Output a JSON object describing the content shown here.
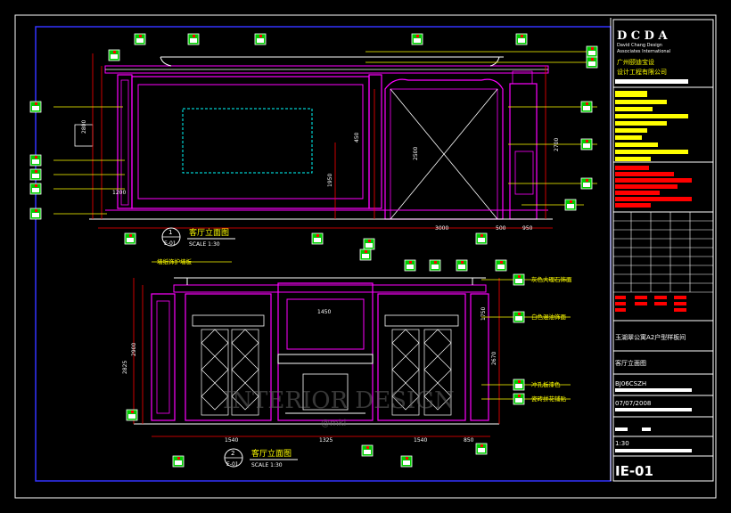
{
  "title_block": {
    "logo": "D C D A",
    "company_en_1": "David Chang Design",
    "company_en_2": "Associates International",
    "company_cn_1": "广州颐迪宝设",
    "company_cn_2": "设计工程有限公司",
    "project_name": "玉湖翠公寓A2户型样板间",
    "drawing_name": "客厅立面图",
    "drawing_no": "BJ06CSZH",
    "date": "07/07/2008",
    "scale": "1:30",
    "sheet_no": "IE-01"
  },
  "views": [
    {
      "number": "1",
      "sheet": "E-01",
      "title": "客厅立面图",
      "scale": "SCALE 1:30"
    },
    {
      "number": "2",
      "sheet": "E-01",
      "title": "客厅立面图",
      "scale": "SCALE 1:30"
    }
  ],
  "dimensions": {
    "top": [
      "2800",
      "2700",
      "1200",
      "2500",
      "450",
      "1950",
      "3000",
      "500",
      "950"
    ],
    "bottom": [
      "2825",
      "1540",
      "1325",
      "1540",
      "850",
      "1450",
      "2670",
      "2900",
      "1750"
    ]
  },
  "annotations_bottom": [
    "墙纸饰护墙板",
    "灰色大理石饰面",
    "白色混油饰面",
    "冲孔板漆色",
    "瓷砖拼花铺贴"
  ],
  "watermark": "INTERIOR DESIGN",
  "watermark_sub": "@mkl",
  "colors": {
    "background": "#000000",
    "frame": "#0000ff",
    "wall_outline": "#ff00ff",
    "dimension": "#ff0000",
    "leader": "#ffff00",
    "tag": "#00ff00",
    "trim": "#ffffff"
  }
}
